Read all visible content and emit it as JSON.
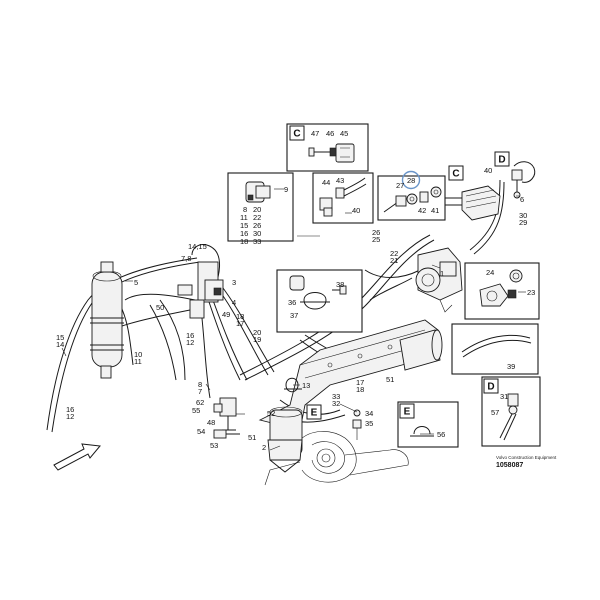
{
  "diagram": {
    "brand_text": "Volvo Construction Equipment",
    "diagram_id": "1058087",
    "detail_letters": {
      "c": "C",
      "d": "D",
      "e": "E"
    },
    "labels": {
      "p1": "1",
      "p2": "2",
      "p4": "4",
      "p5": "5",
      "p6": "6",
      "p7": "7",
      "p8": "8",
      "p8b": "8",
      "p9": "9",
      "p10": "10",
      "p11": "11",
      "p12": "12",
      "p13": "13",
      "p14": "14",
      "p15": "15",
      "p16": "16",
      "p17": "17",
      "p18": "18",
      "p19": "19",
      "p20": "20",
      "p21": "21",
      "p22": "22",
      "p23": "23",
      "p24": "24",
      "p25": "25",
      "p26": "26",
      "p27": "27",
      "p28": "28",
      "p29": "29",
      "p30": "30",
      "p31": "31",
      "p32": "32",
      "p33": "33",
      "p34": "34",
      "p35": "35",
      "p36": "36",
      "p37": "37",
      "p38": "38",
      "p39": "39",
      "p40": "40",
      "p40b": "40",
      "p41": "41",
      "p42": "42",
      "p43": "43",
      "p44": "44",
      "p45": "45",
      "p46": "46",
      "p47": "47",
      "p48": "48",
      "p49": "49",
      "p50": "50",
      "p51": "51",
      "p51b": "51",
      "p52": "52",
      "p53": "53",
      "p54": "54",
      "p55": "55",
      "p56": "56",
      "p57": "57",
      "p62": "62",
      "p7_8": "7,8",
      "p14_15": "14,15",
      "p17b": "17",
      "p18b": "18",
      "p15b": "15",
      "p16b": "16",
      "p20l": "20",
      "p22l": "22",
      "p26l": "26",
      "p30l": "30",
      "p33l": "33",
      "p11l": "11",
      "p15l": "15",
      "p16l": "16",
      "p18l": "18"
    }
  }
}
